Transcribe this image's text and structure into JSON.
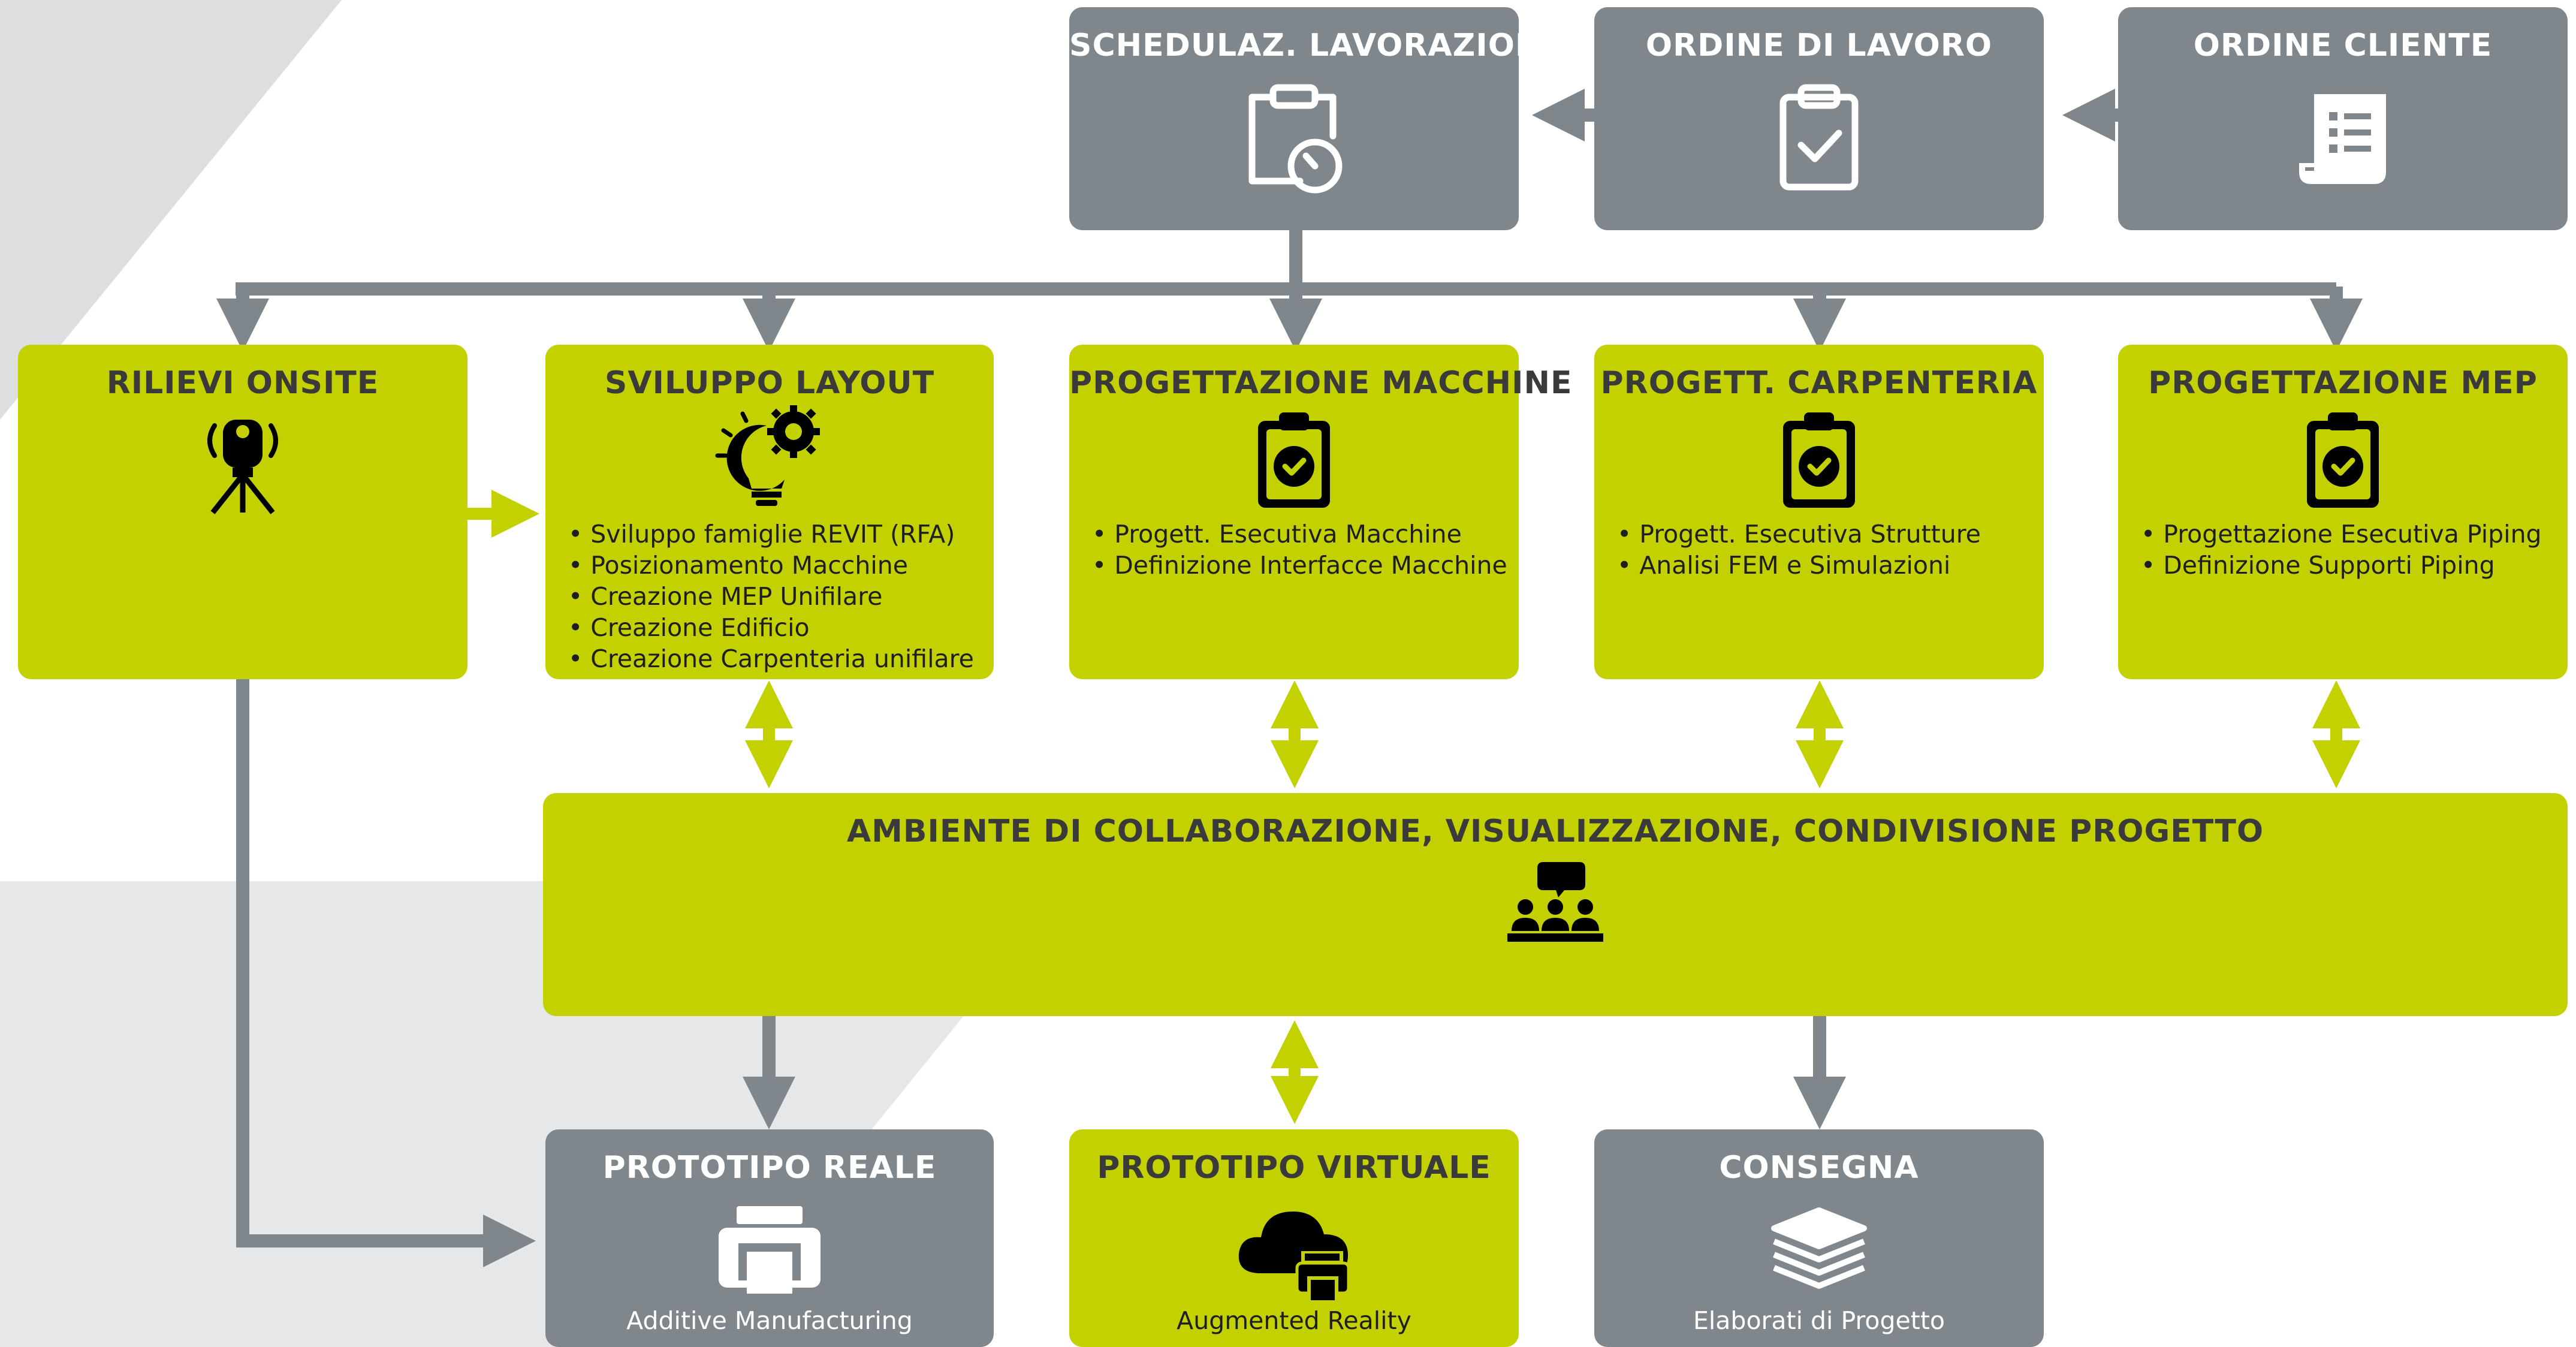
{
  "colors": {
    "gray": "#7f868c",
    "lime": "#c3d100",
    "dark_icon": "#000000",
    "background_shape": "#dcdedf"
  },
  "top_row": [
    {
      "title": "SCHEDULAZ. LAVORAZIONI",
      "icon": "clipboard-timer-icon"
    },
    {
      "title": "ORDINE DI LAVORO",
      "icon": "clipboard-check-icon"
    },
    {
      "title": "ORDINE CLIENTE",
      "icon": "document-list-icon"
    }
  ],
  "middle_row": [
    {
      "title": "RILIEVI ONSITE",
      "icon": "laser-scanner-icon",
      "bullets": []
    },
    {
      "title": "SVILUPPO LAYOUT",
      "icon": "lightbulb-gear-icon",
      "bullets": [
        "Sviluppo famiglie REVIT (RFA)",
        "Posizionamento Macchine",
        "Creazione MEP Unifilare",
        "Creazione Edificio",
        "Creazione Carpenteria unifilare"
      ]
    },
    {
      "title": "PROGETTAZIONE MACCHINE",
      "icon": "clipboard-check-icon",
      "bullets": [
        "Progett. Esecutiva Macchine",
        "Definizione Interfacce Macchine"
      ]
    },
    {
      "title": "PROGETT. CARPENTERIA",
      "icon": "clipboard-check-icon",
      "bullets": [
        "Progett. Esecutiva Strutture",
        "Analisi FEM e Simulazioni"
      ]
    },
    {
      "title": "PROGETTAZIONE MEP",
      "icon": "clipboard-check-icon",
      "bullets": [
        "Progettazione Esecutiva Piping",
        "Definizione Supporti Piping"
      ]
    }
  ],
  "collaboration": {
    "title": "AMBIENTE DI COLLABORAZIONE, VISUALIZZAZIONE, CONDIVISIONE PROGETTO",
    "icon": "team-meeting-icon"
  },
  "bottom_row": [
    {
      "title": "PROTOTIPO REALE",
      "icon": "printer-icon",
      "caption": "Additive Manufacturing"
    },
    {
      "title": "PROTOTIPO VIRTUALE",
      "icon": "cloud-printer-icon",
      "caption": "Augmented Reality"
    },
    {
      "title": "CONSEGNA",
      "icon": "layers-icon",
      "caption": "Elaborati di Progetto"
    }
  ]
}
